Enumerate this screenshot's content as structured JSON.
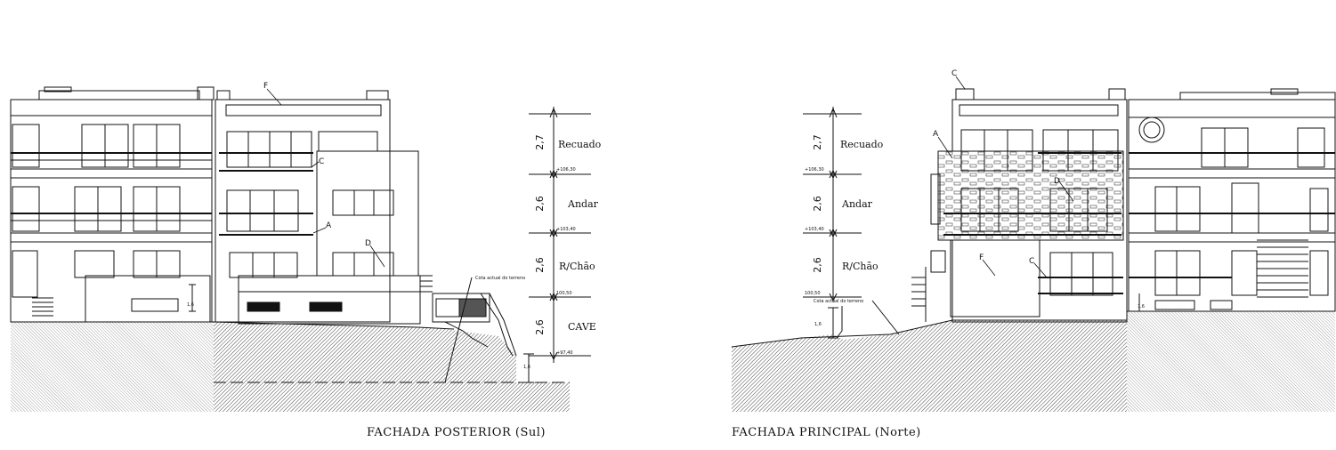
{
  "captions": {
    "rear": "FACHADA POSTERIOR (Sul)",
    "front": "FACHADA PRINCIPAL (Norte)"
  },
  "levels": {
    "recuado": "Recuado",
    "andar": "Andar",
    "rchao": "R/Chão",
    "cave": "CAVE"
  },
  "heights": {
    "recuado": "2,7",
    "andar": "2,6",
    "rchao": "2,6",
    "cave": "2,6"
  },
  "elevations": {
    "top": "+106,30",
    "first": "+103,40",
    "ground": "100,50",
    "basement": "+97,40"
  },
  "wall_height": "1,6",
  "terrain_note": "Cota actual do terreno",
  "markers": [
    "A",
    "C",
    "D",
    "F"
  ],
  "colors": {
    "line": "#111111",
    "hatch": "#3a3a3a",
    "background": "#ffffff"
  }
}
